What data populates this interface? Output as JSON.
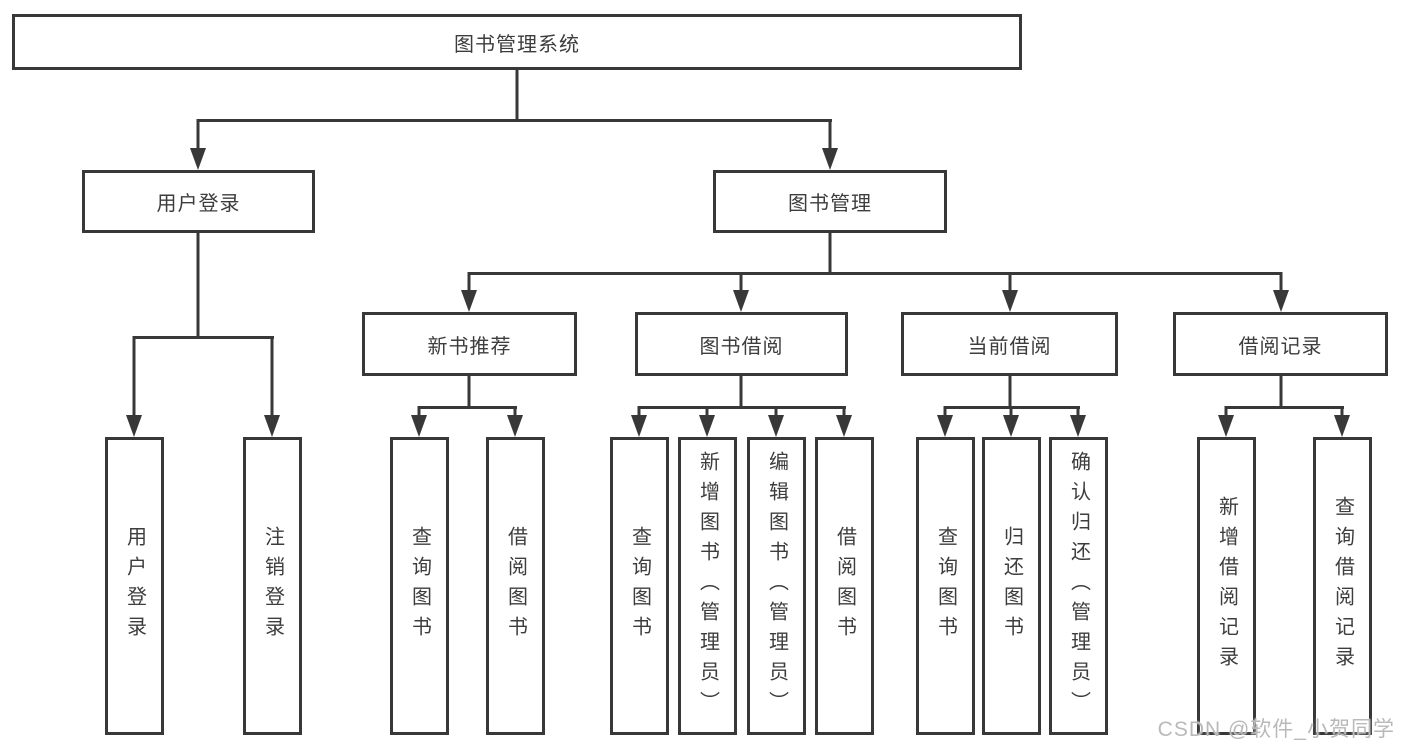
{
  "diagram": {
    "root": {
      "label": "图书管理系统"
    },
    "level1": [
      {
        "label": "用户登录"
      },
      {
        "label": "图书管理"
      }
    ],
    "level2": [
      {
        "label": "新书推荐"
      },
      {
        "label": "图书借阅"
      },
      {
        "label": "当前借阅"
      },
      {
        "label": "借阅记录"
      }
    ],
    "leaves": {
      "user_login": [
        {
          "label": "用户登录"
        },
        {
          "label": "注销登录"
        }
      ],
      "new_book": [
        {
          "label": "查询图书"
        },
        {
          "label": "借阅图书"
        }
      ],
      "book_borrowing": [
        {
          "label": "查询图书"
        },
        {
          "label": "新增图书（管理员）"
        },
        {
          "label": "编辑图书（管理员）"
        },
        {
          "label": "借阅图书"
        }
      ],
      "current_borrowing": [
        {
          "label": "查询图书"
        },
        {
          "label": "归还图书"
        },
        {
          "label": "确认归还（管理员）"
        }
      ],
      "records": [
        {
          "label": "新增借阅记录"
        },
        {
          "label": "查询借阅记录"
        }
      ]
    }
  },
  "watermark": {
    "text": "CSDN @软件_小贺同学"
  },
  "colors": {
    "line": "#383838",
    "text": "#3d3d3d",
    "watermark": "#b9b9b9",
    "background": "#ffffff"
  }
}
